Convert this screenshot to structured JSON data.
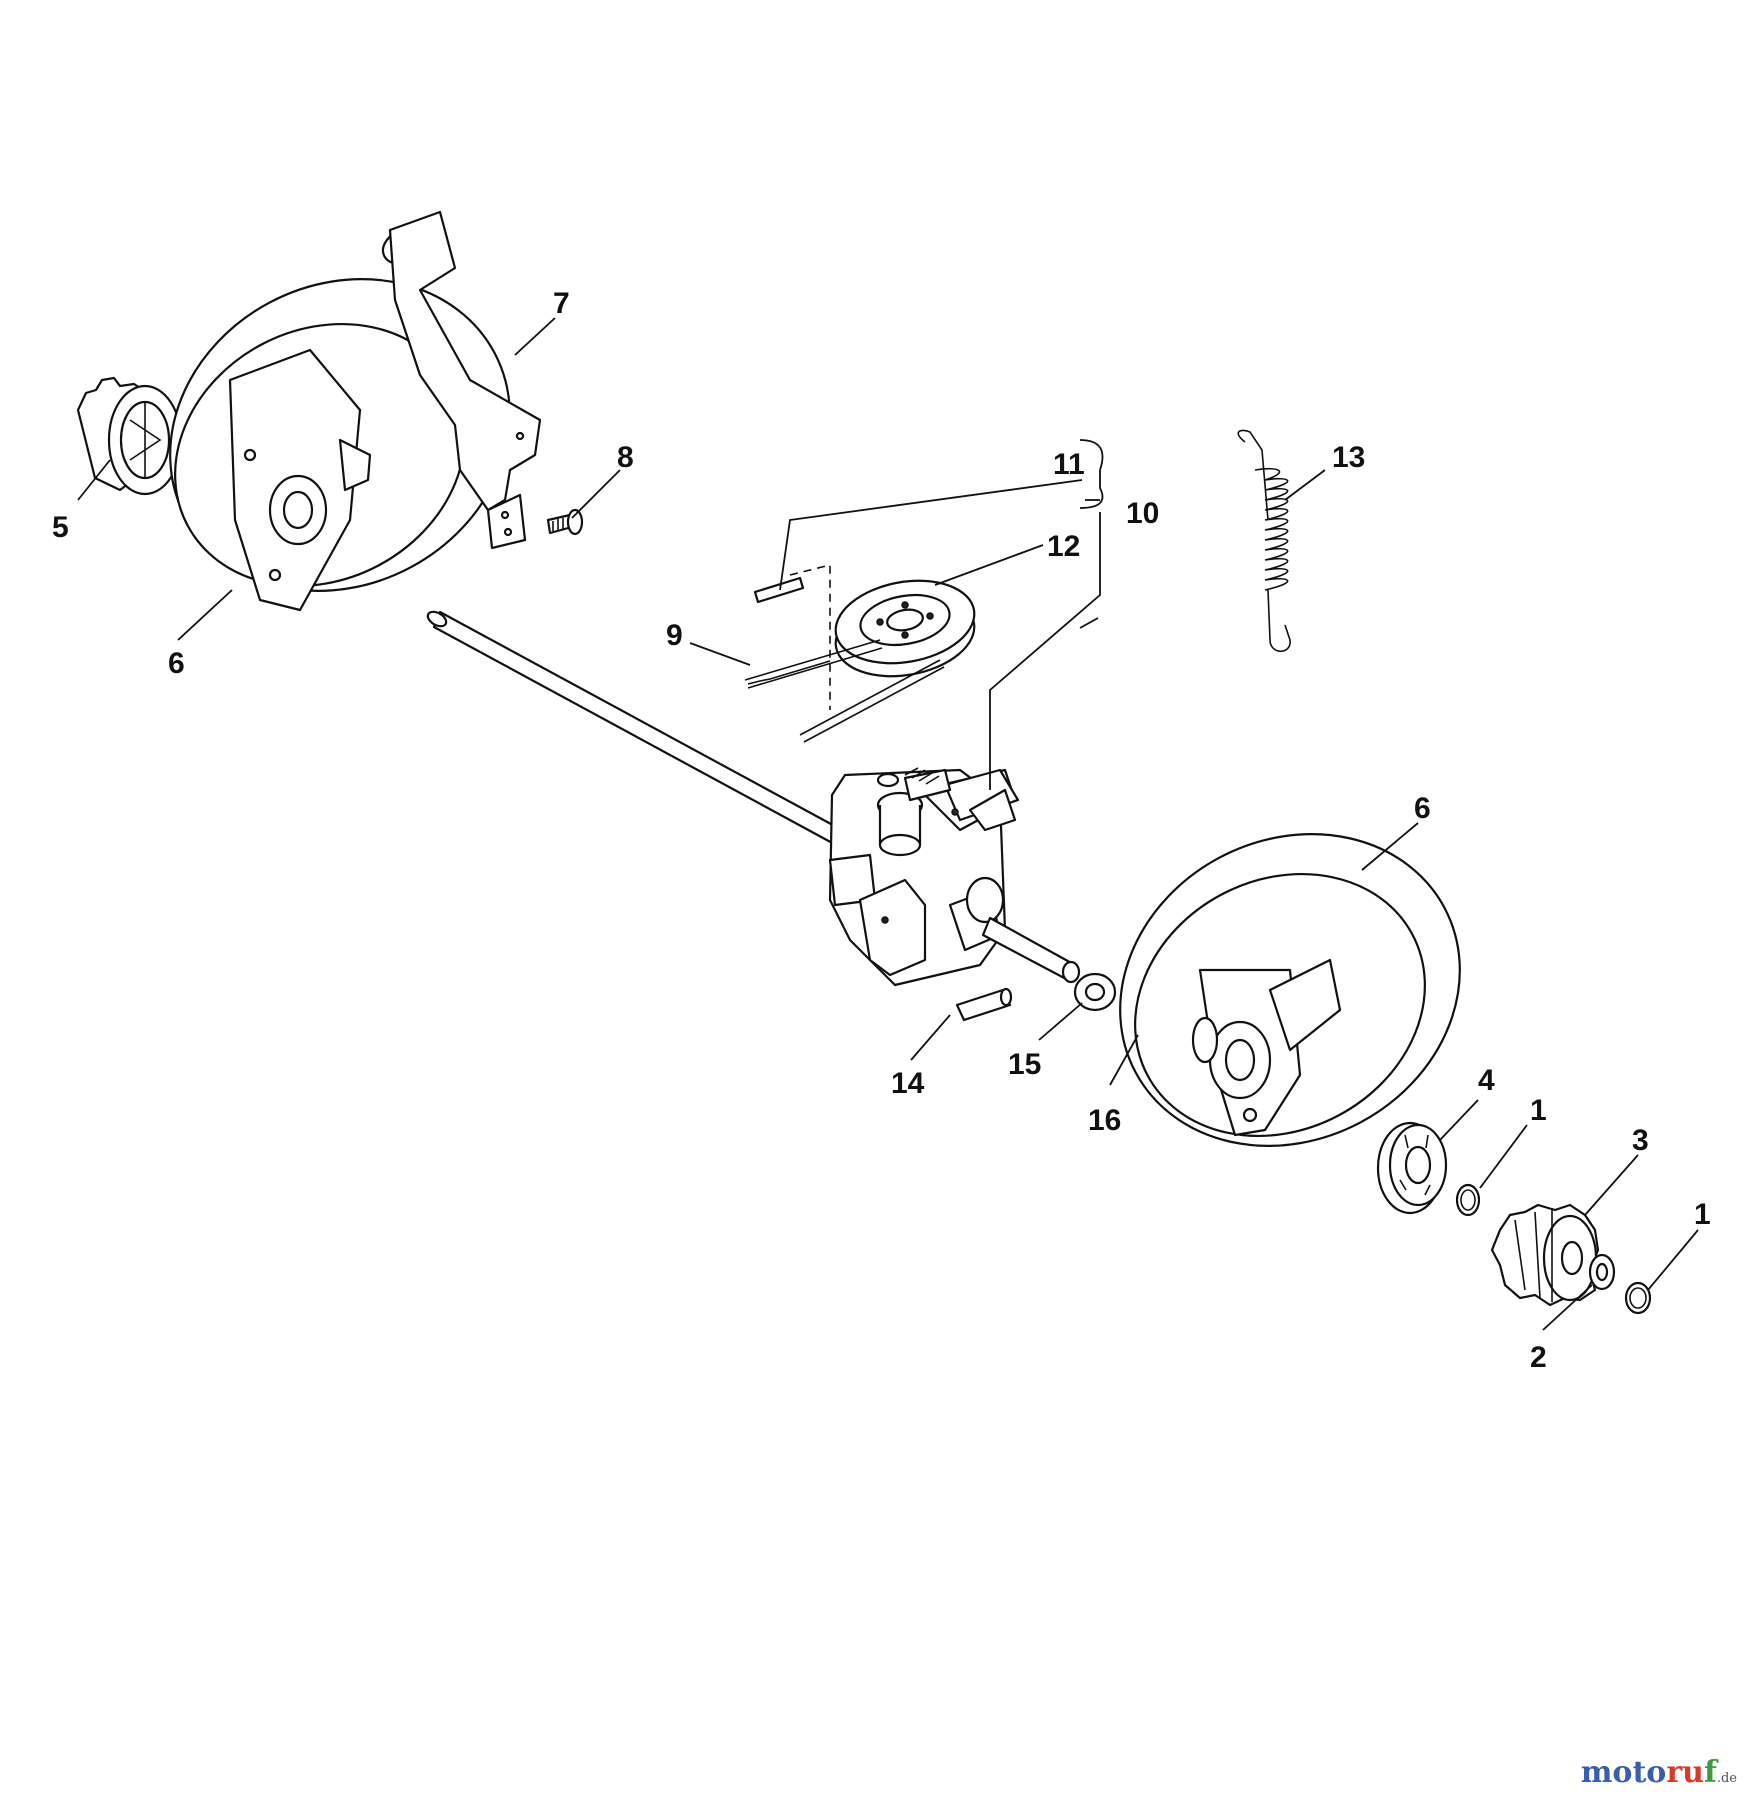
{
  "diagram": {
    "callouts": [
      "1",
      "1",
      "2",
      "3",
      "4",
      "5",
      "6",
      "6",
      "7",
      "8",
      "9",
      "10",
      "11",
      "12",
      "13",
      "14",
      "15",
      "16"
    ]
  },
  "watermark": {
    "brand_a": "moto",
    "brand_b": "ru",
    "brand_c": "f",
    "tld": ".de"
  }
}
